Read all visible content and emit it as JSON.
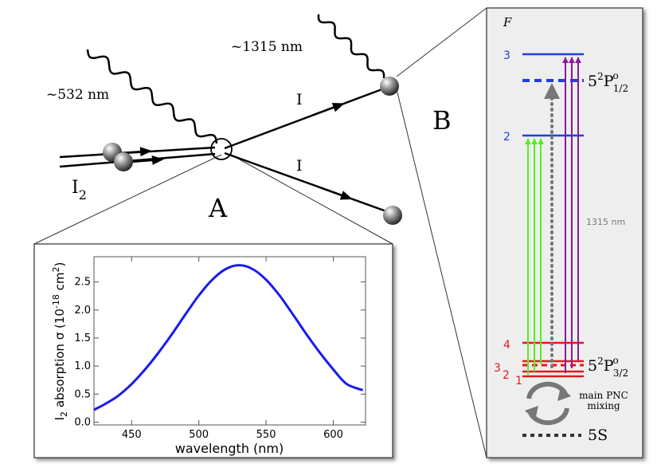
{
  "labels": {
    "beam_532": "~532 nm",
    "beam_1315": "~1315 nm",
    "molecule": "I",
    "molecule_sub": "2",
    "atom_upper": "I",
    "atom_lower": "I",
    "region_a": "A",
    "region_b": "B"
  },
  "levels": {
    "f_header": "F",
    "p12": {
      "base": "5",
      "sup1": "2",
      "letter": "P",
      "sup2": "o",
      "sub": "1/2"
    },
    "p32": {
      "base": "5",
      "sup1": "2",
      "letter": "P",
      "sup2": "o",
      "sub": "3/2"
    },
    "s": "5S",
    "upper_f3": "3",
    "upper_f2": "2",
    "lower_f4": "4",
    "lower_f3": "3",
    "lower_f2": "2",
    "lower_f1": "1",
    "transition_label": "1315 nm",
    "mixing_line1": "main PNC",
    "mixing_line2": "mixing"
  },
  "colors": {
    "upper_levels": "#1f3fe0",
    "lower_levels": "#e01a1a",
    "green_arrows": "#55ee22",
    "purple_arrows": "#8a1a9a",
    "dotted_arrow": "#777777",
    "curve": "#1a1aee"
  },
  "chart_data": {
    "type": "line",
    "title": "",
    "xlabel": "wavelength (nm)",
    "ylabel": {
      "prefix": "I",
      "sub": "2",
      "text": " absorption σ (10",
      "exp": "-18",
      "unit": " cm",
      "unit_exp": "2",
      "close": ")"
    },
    "xlim": [
      422,
      624
    ],
    "ylim": [
      -0.05,
      2.95
    ],
    "xticks": [
      "450",
      "500",
      "550",
      "600"
    ],
    "yticks": [
      "0.0",
      "0.5",
      "1.0",
      "1.5",
      "2.0",
      "2.5"
    ],
    "grid": false,
    "series": [
      {
        "x": [
          422,
          430,
          440,
          450,
          460,
          470,
          480,
          490,
          500,
          510,
          520,
          530,
          540,
          550,
          560,
          570,
          580,
          590,
          600,
          610,
          622
        ],
        "y": [
          0.22,
          0.32,
          0.47,
          0.68,
          0.94,
          1.24,
          1.57,
          1.92,
          2.26,
          2.54,
          2.73,
          2.8,
          2.73,
          2.54,
          2.26,
          1.92,
          1.57,
          1.24,
          0.94,
          0.68,
          0.57
        ]
      }
    ]
  }
}
